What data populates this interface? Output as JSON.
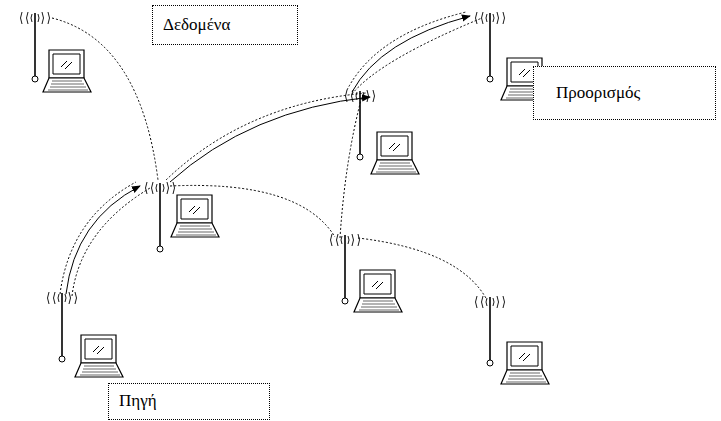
{
  "diagram": {
    "nodes": [
      {
        "text": [
          "Δεδομένα"
        ]
      },
      {
        "text": [
          "Προορισμός"
        ]
      },
      {
        "text": [
          "Πηγή"
        ]
      }
    ]
  }
}
